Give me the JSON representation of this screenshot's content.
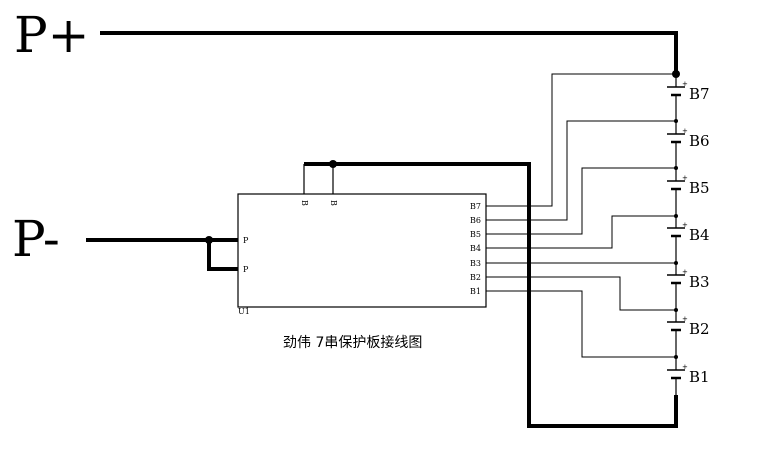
{
  "diagram": {
    "terminal_positive": "P+",
    "terminal_negative": "P-",
    "caption": "劲伟 7串保护板接线图",
    "chip_ref": "U1",
    "chip_right_pins": [
      "B7",
      "B6",
      "B5",
      "B4",
      "B3",
      "B2",
      "B1"
    ],
    "chip_left_pins": [
      "P",
      "P"
    ],
    "chip_top_pins": [
      "B",
      "B"
    ],
    "batteries": [
      "B7",
      "B6",
      "B5",
      "B4",
      "B3",
      "B2",
      "B1"
    ],
    "battery_plus_mark": "+"
  }
}
